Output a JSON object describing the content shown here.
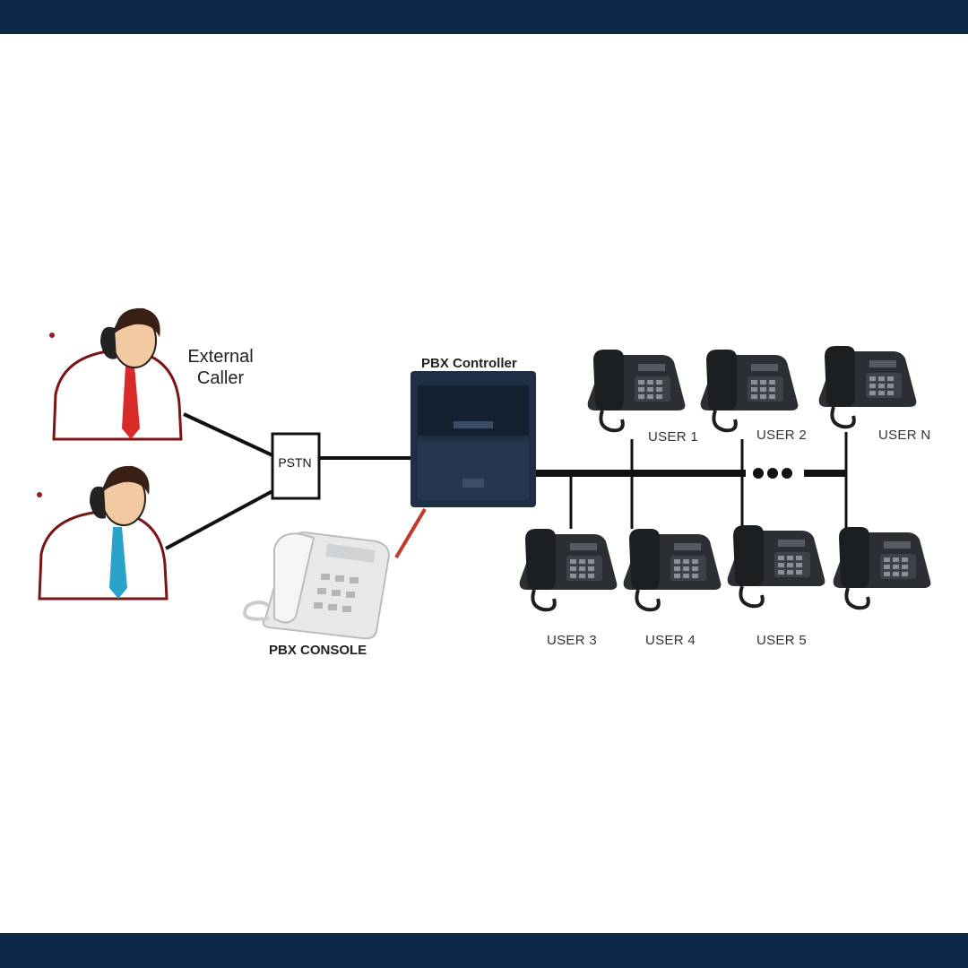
{
  "colors": {
    "frame_bar": "#0d2747",
    "red_tie": "#d92a2a",
    "blue_tie": "#29a3c9",
    "phone_dark": "#2b2f33",
    "pbx_box": "#1e2e44",
    "console_link": "#c0392b"
  },
  "labels": {
    "external_caller_line1": "External",
    "external_caller_line2": "Caller",
    "pstn": "PSTN",
    "pbx_controller": "PBX Controller",
    "pbx_console": "PBX CONSOLE",
    "user_1": "USER 1",
    "user_2": "USER 2",
    "user_n": "USER N",
    "user_3": "USER 3",
    "user_4": "USER 4",
    "user_5": "USER 5"
  },
  "icons": [
    "person-on-phone-icon",
    "desk-phone-icon",
    "pbx-cabinet-icon",
    "console-phone-icon"
  ]
}
